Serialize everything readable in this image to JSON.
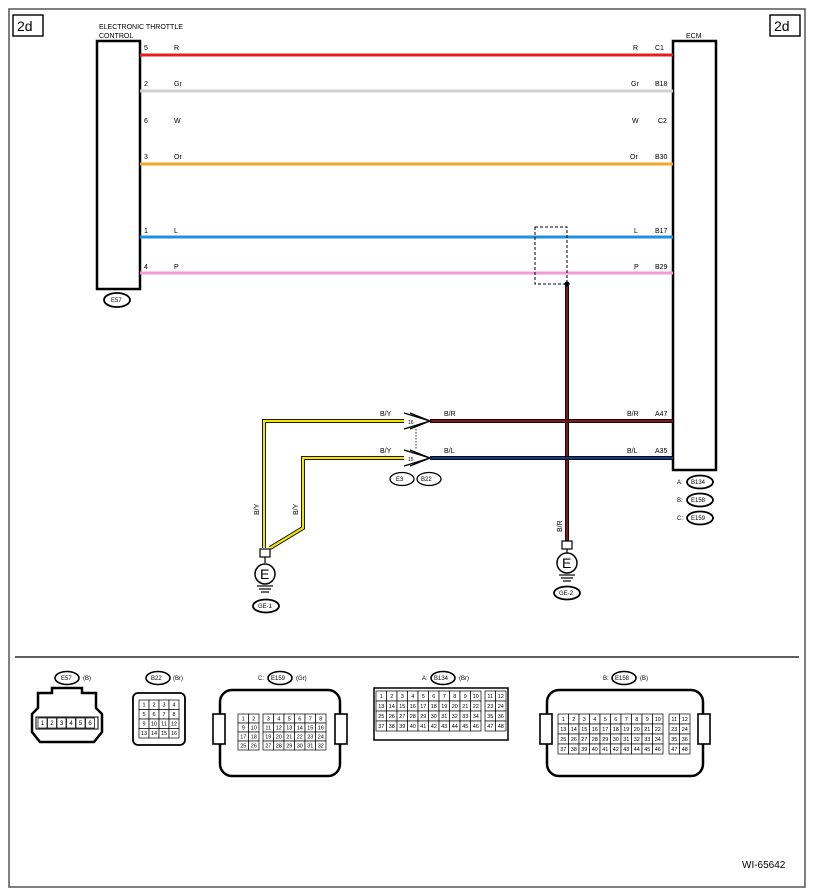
{
  "page": {
    "section_left": "2d",
    "section_right": "2d",
    "figure_id": "WI-65642"
  },
  "components": {
    "throttle": {
      "title_line1": "ELECTRONIC THROTTLE",
      "title_line2": "CONTROL",
      "connector": "E57"
    },
    "ecm": {
      "title": "ECM",
      "connectors": [
        {
          "prefix": "A:",
          "id": "B134"
        },
        {
          "prefix": "B:",
          "id": "E158"
        },
        {
          "prefix": "C:",
          "id": "E159"
        }
      ]
    },
    "joint": {
      "connector_a": "E3",
      "connector_b": "B22",
      "pin_top": "16",
      "pin_bottom": "15"
    },
    "grounds": [
      {
        "id": "GE-1",
        "symbol": "E"
      },
      {
        "id": "GE-2",
        "symbol": "E"
      }
    ]
  },
  "wires": [
    {
      "left_pin": "5",
      "left_color": "R",
      "right_color": "R",
      "ecm_pin": "C1",
      "hex": "#e31e24"
    },
    {
      "left_pin": "2",
      "left_color": "Gr",
      "right_color": "Gr",
      "ecm_pin": "B18",
      "hex": "#d0d0d0"
    },
    {
      "left_pin": "6",
      "left_color": "W",
      "right_color": "W",
      "ecm_pin": "C2",
      "hex": "#ffffff"
    },
    {
      "left_pin": "3",
      "left_color": "Or",
      "right_color": "Or",
      "ecm_pin": "B30",
      "hex": "#f5a623"
    },
    {
      "left_pin": "1",
      "left_color": "L",
      "right_color": "L",
      "ecm_pin": "B17",
      "hex": "#1e90e0"
    },
    {
      "left_pin": "4",
      "left_color": "P",
      "right_color": "P",
      "ecm_pin": "B29",
      "hex": "#f39bd6"
    }
  ],
  "lower_wires": [
    {
      "left_color": "B/Y",
      "mid_color": "B/R",
      "right_color": "B/R",
      "ecm_pin": "A47"
    },
    {
      "left_color": "B/Y",
      "mid_color": "B/L",
      "right_color": "B/L",
      "ecm_pin": "A35"
    }
  ],
  "ground_wire_labels": {
    "ge1_a": "B/Y",
    "ge1_b": "B/Y",
    "ge2": "B/R"
  },
  "connector_views": [
    {
      "id": "E57",
      "color": "(B)",
      "prefix": "",
      "pins": [
        "1",
        "2",
        "3",
        "4",
        "5",
        "6"
      ]
    },
    {
      "id": "B22",
      "color": "(Br)",
      "prefix": "",
      "pins": [
        "1",
        "2",
        "3",
        "4",
        "5",
        "6",
        "7",
        "8",
        "9",
        "10",
        "11",
        "12",
        "13",
        "14",
        "15",
        "16"
      ]
    },
    {
      "id": "E159",
      "color": "(Gr)",
      "prefix": "C:",
      "pins": [
        "1",
        "2",
        "3",
        "4",
        "5",
        "6",
        "7",
        "8",
        "9",
        "10",
        "11",
        "12",
        "13",
        "14",
        "15",
        "16",
        "17",
        "18",
        "19",
        "20",
        "21",
        "22",
        "23",
        "24",
        "25",
        "26",
        "27",
        "28",
        "29",
        "30",
        "31",
        "32"
      ]
    },
    {
      "id": "B134",
      "color": "(Br)",
      "prefix": "A:",
      "pins": [
        "1",
        "2",
        "3",
        "4",
        "5",
        "6",
        "7",
        "8",
        "9",
        "10",
        "11",
        "12",
        "13",
        "14",
        "15",
        "16",
        "17",
        "18",
        "19",
        "20",
        "21",
        "22",
        "23",
        "24",
        "25",
        "26",
        "27",
        "28",
        "29",
        "30",
        "31",
        "32",
        "33",
        "34",
        "35",
        "36",
        "37",
        "38",
        "39",
        "40",
        "41",
        "42",
        "43",
        "44",
        "45",
        "46",
        "47",
        "48"
      ]
    },
    {
      "id": "E158",
      "color": "(B)",
      "prefix": "B:",
      "pins": [
        "1",
        "2",
        "3",
        "4",
        "5",
        "6",
        "7",
        "8",
        "9",
        "10",
        "11",
        "12",
        "13",
        "14",
        "15",
        "16",
        "17",
        "18",
        "19",
        "20",
        "21",
        "22",
        "23",
        "24",
        "25",
        "26",
        "27",
        "28",
        "29",
        "30",
        "31",
        "32",
        "33",
        "34",
        "35",
        "36",
        "37",
        "38",
        "39",
        "40",
        "41",
        "42",
        "43",
        "44",
        "45",
        "46",
        "47",
        "48"
      ]
    }
  ],
  "colors": {
    "border": "#555555",
    "dark_red": "#7a1a1a",
    "dark_blue": "#1a3a7a",
    "yellow": "#f2e600"
  }
}
